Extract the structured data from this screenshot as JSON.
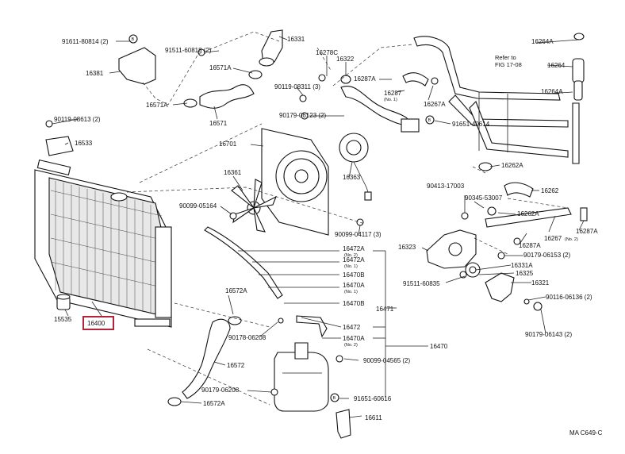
{
  "labels": {
    "p91611_80814": "91611-80814 (2)",
    "p91511_60818": "91511-60818 (2)",
    "p16331": "16331",
    "p16381": "16381",
    "p16571a_top": "16571A",
    "p16571a_left": "16571A",
    "p16571": "16571",
    "p16278c": "16278C",
    "p16322": "16322",
    "p90119_08311": "90119-08311 (3)",
    "p16287a_top": "16287A",
    "p16287": "16287",
    "p16287_no1": "(No. 1)",
    "p16267a_mid": "16267A",
    "p16264a_top": "16264A",
    "p16264": "16264",
    "p16264a_mid": "16264A",
    "p90119_08613": "90119-08613 (2)",
    "p16533": "16533",
    "p90179_06123": "90179-06123 (2)",
    "p91651_40614": "91651-40614",
    "p16701": "16701",
    "p16363": "16363",
    "p16361": "16361",
    "p90099_05164": "90099-05164",
    "p16262a_top": "16262A",
    "p16262": "16262",
    "p90413_17003": "90413-17003",
    "p90345_53007": "90345-53007",
    "p16262a_mid": "16262A",
    "p16267": "16267",
    "p16267_no2": "(No. 2)",
    "p16287a_right": "16287A",
    "p16287a_mid": "16287A",
    "p90099_04117": "90099-04117 (3)",
    "p16323": "16323",
    "p90179_06153": "90179-06153 (2)",
    "p16331a": "16331A",
    "p16325": "16325",
    "p16321": "16321",
    "p91511_60835": "91511-60835",
    "p90116_06136": "90116-06136 (2)",
    "p90179_06143": "90179-06143 (2)",
    "p16472a_1": "16472A",
    "p16472a_1_no": "(No. 2)",
    "p16472a_2": "16472A",
    "p16472a_2_no": "(No. 1)",
    "p16470b": "16470B",
    "p16470a_1": "16470A",
    "p16470a_1_no": "(No. 1)",
    "p16470b_2": "16470B",
    "p16471": "16471",
    "p16472": "16472",
    "p16470a_2": "16470A",
    "p16470a_2_no": "(No. 2)",
    "p16470": "16470",
    "p16572a_top": "16572A",
    "p90178_06208": "90178-06208",
    "p16572": "16572",
    "p16572a_bot": "16572A",
    "p90179_06208": "90179-06208",
    "p90099_04565": "90099-04565 (2)",
    "p91651_60616": "91651-60616",
    "p16611": "16611",
    "p15535": "15535",
    "p16400": "16400",
    "refer_to": "Refer to",
    "refer_fig": "FIG 17-08",
    "footer": "MA C649-C"
  },
  "highlight_part": "16400",
  "colors": {
    "highlight": "#b3243a",
    "ink": "#111111"
  }
}
